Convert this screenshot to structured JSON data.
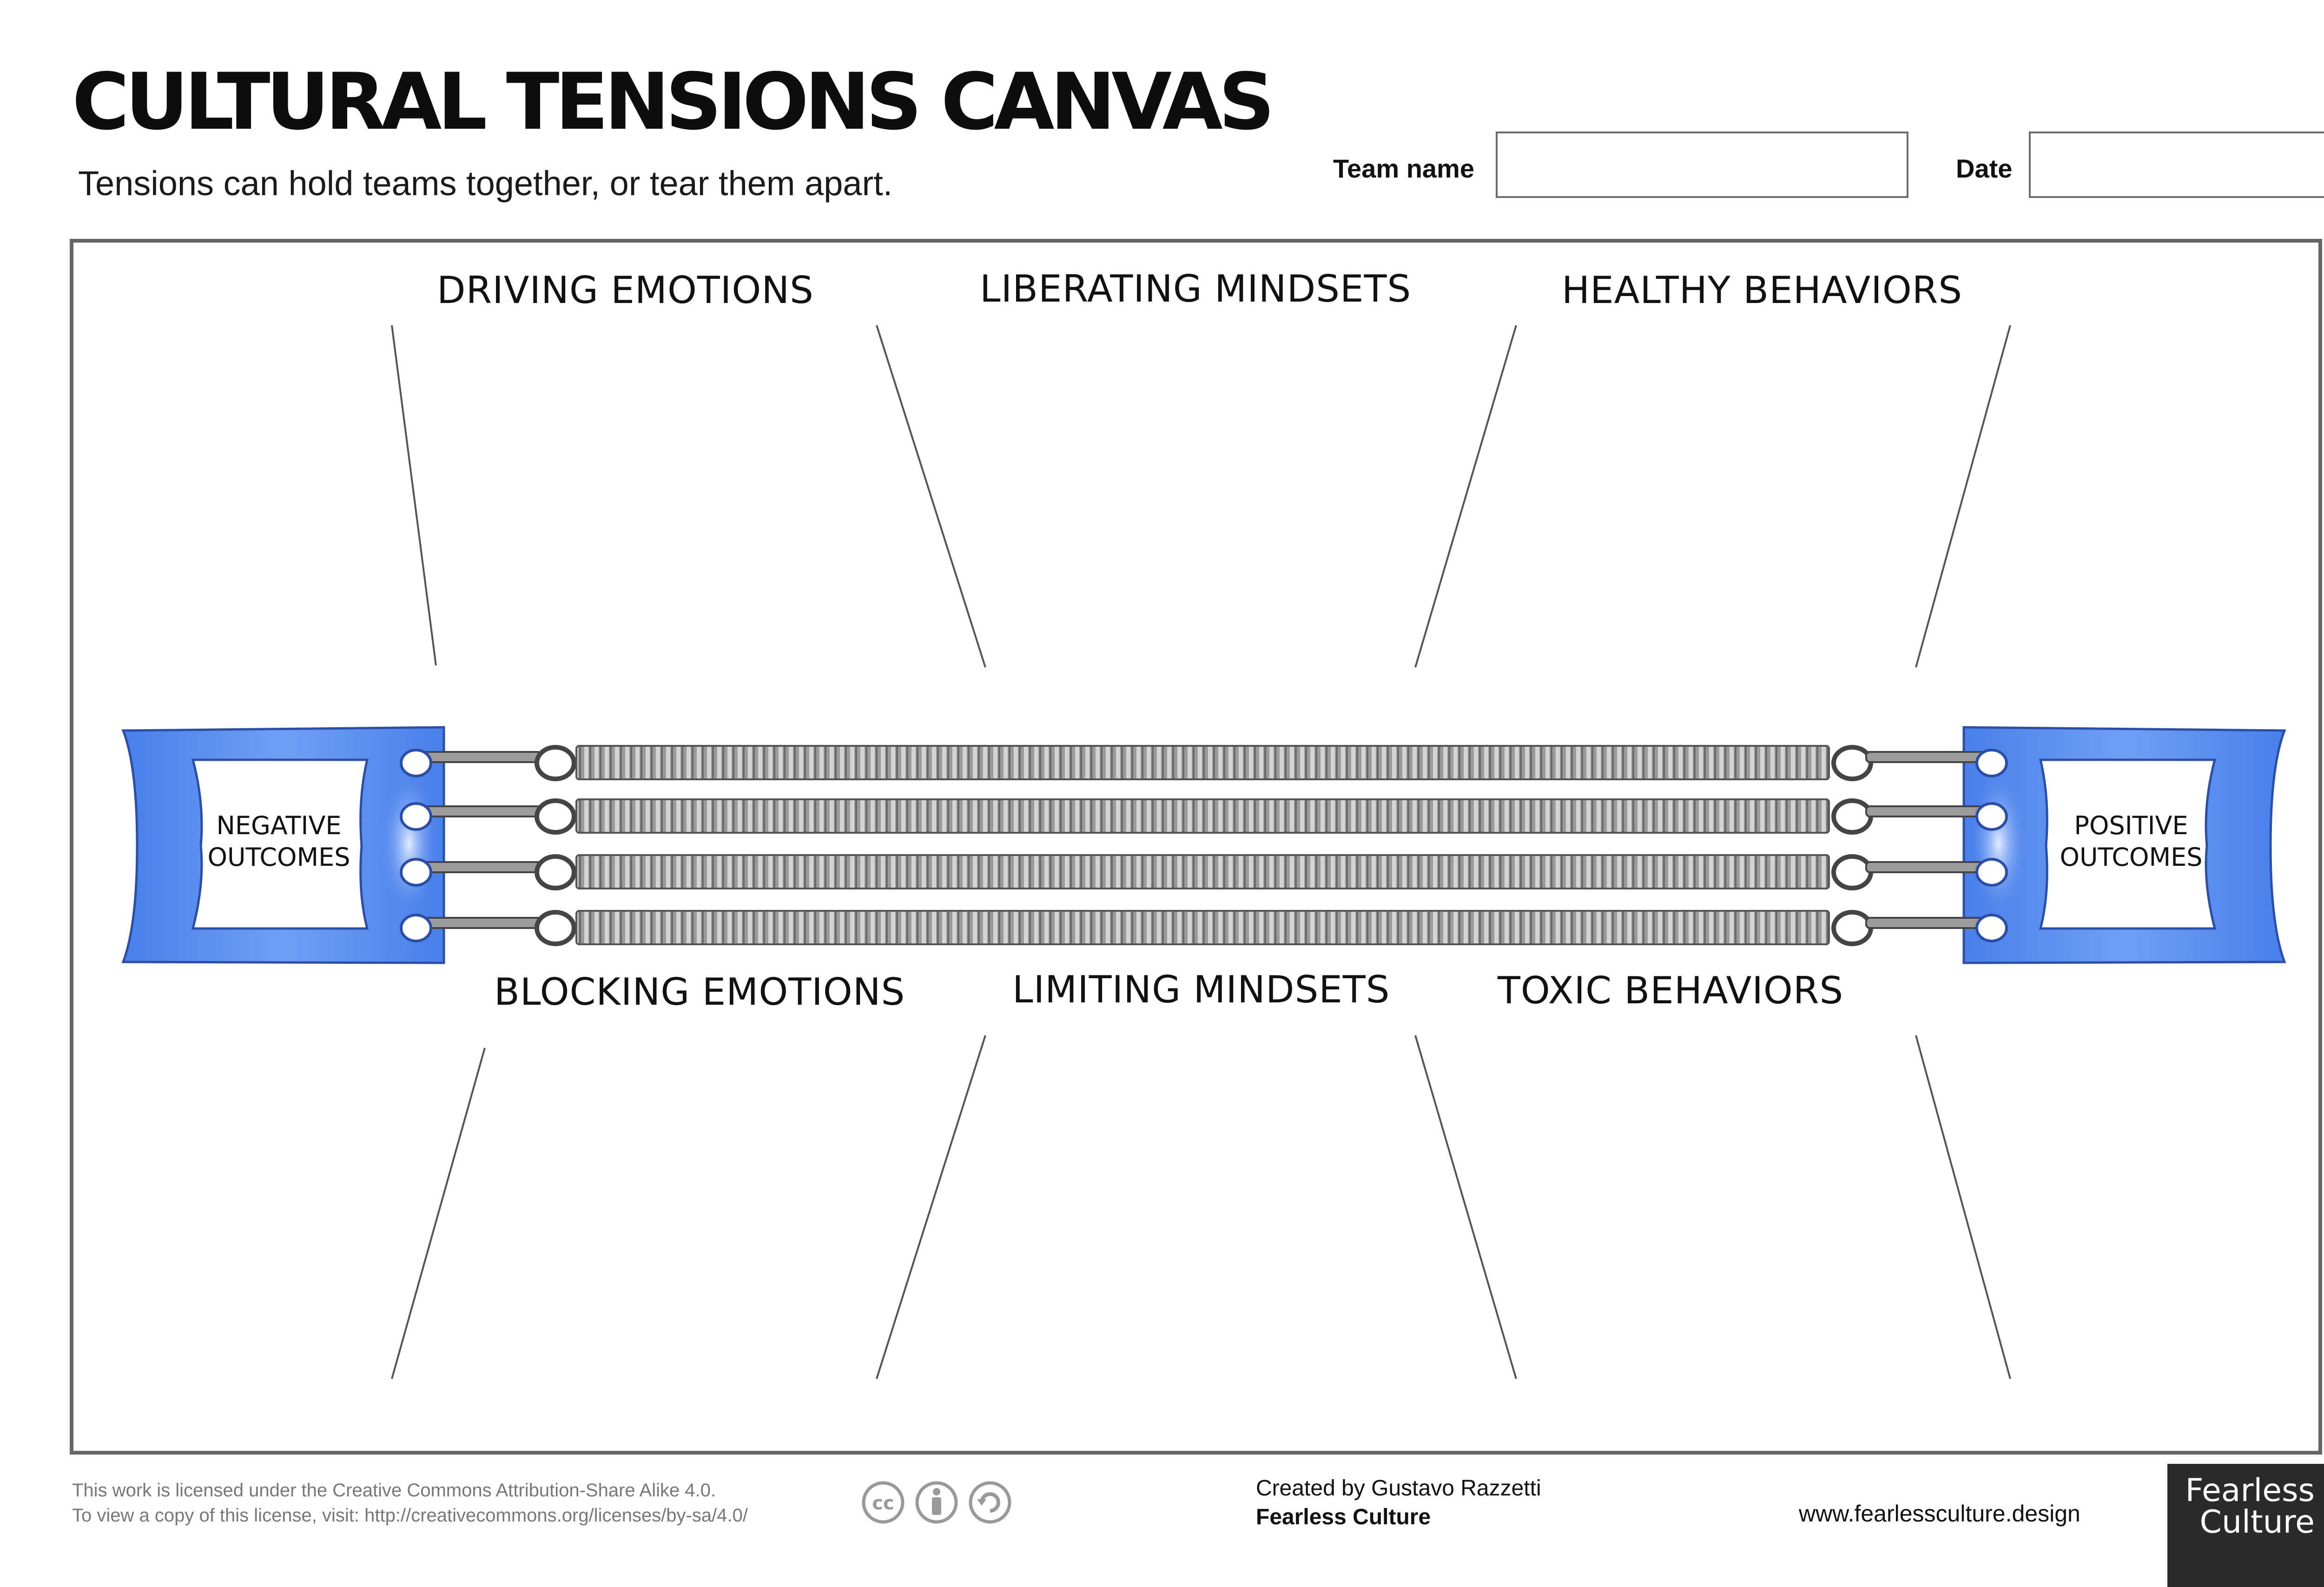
{
  "header": {
    "title": "CULTURAL TENSIONS CANVAS",
    "subtitle": "Tensions can hold teams together, or tear them apart.",
    "team_name_label": "Team name",
    "date_label": "Date",
    "team_name_value": "",
    "date_value": ""
  },
  "canvas": {
    "top_sections": [
      "DRIVING EMOTIONS",
      "LIBERATING MINDSETS",
      "HEALTHY BEHAVIORS"
    ],
    "bottom_sections": [
      "BLOCKING EMOTIONS",
      "LIMITING MINDSETS",
      "TOXIC BEHAVIORS"
    ],
    "left_handle_label": [
      "NEGATIVE",
      "OUTCOMES"
    ],
    "right_handle_label": [
      "POSITIVE",
      "OUTCOMES"
    ],
    "spring_count": 4,
    "colors": {
      "handle": "#5b8ff0",
      "handle_dark": "#3b6fd8",
      "spring": "#8a8a8a",
      "frame": "#666666"
    }
  },
  "footer": {
    "license_line1": "This work is licensed under the Creative Commons Attribution-Share Alike 4.0.",
    "license_line2": "To view a copy of this license, visit: http://creativecommons.org/licenses/by-sa/4.0/",
    "license_icons": [
      "cc-icon",
      "attribution-icon",
      "share-alike-icon"
    ],
    "credit_line1": "Created by Gustavo Razzetti",
    "credit_line2": "Fearless Culture",
    "website": "www.fearlessculture.design",
    "logo_line1": "Fearless",
    "logo_line2": "Culture"
  }
}
